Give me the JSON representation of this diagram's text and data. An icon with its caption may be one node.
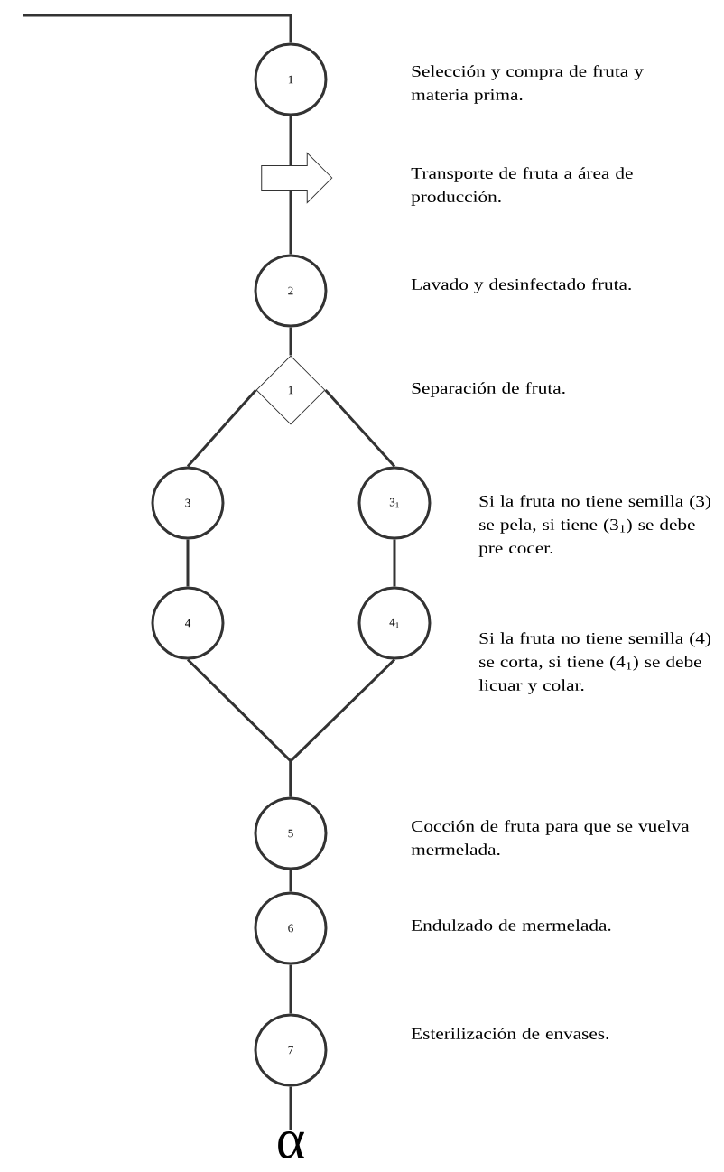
{
  "diagram": {
    "nodes": [
      {
        "text": [
          "1"
        ]
      },
      {
        "text": [],
        "shape": "arrow"
      },
      {
        "text": [
          "2"
        ]
      },
      {
        "text": [
          "1"
        ]
      },
      {
        "text": [
          "3"
        ]
      },
      {
        "text": [
          "3$_{1}$"
        ],
        "beside": [
          "Si la fruta no tiene semilla (3) se pela, si tiene (3$_{1}$) se debe pre cocer."
        ]
      },
      {
        "text": [
          "4"
        ]
      },
      {
        "text": [
          "4$_{1}$"
        ],
        "beside": [
          "Si la fruta no tiene semilla (4) se corta, si tiene (4$_{1}$) se debe licuar y colar."
        ]
      },
      {
        "text": [
          "5"
        ]
      },
      {
        "text": [
          "6"
        ]
      },
      {
        "text": [
          "7"
        ]
      },
      {
        "text": [
          "α"
        ]
      }
    ],
    "edges": [
      {
        "from": null,
        "to": 0,
        "arrow": "none"
      },
      {
        "from": 0,
        "to": 1,
        "arrow": "none"
      },
      {
        "from": 1,
        "to": 2,
        "arrow": "none"
      },
      {
        "from": 2,
        "to": 3,
        "arrow": "none"
      },
      {
        "from": 3,
        "to": 4,
        "arrow": "none"
      },
      {
        "from": 3,
        "to": 5,
        "arrow": "none"
      },
      {
        "from": 4,
        "to": 6,
        "arrow": "none"
      },
      {
        "from": 5,
        "to": 7,
        "arrow": "none"
      },
      {
        "from": 6,
        "to": 8,
        "arrow": "none"
      },
      {
        "from": 7,
        "to": 8,
        "arrow": "none"
      },
      {
        "from": 8,
        "to": 9,
        "arrow": "none"
      },
      {
        "from": 9,
        "to": 10,
        "arrow": "none"
      },
      {
        "from": 10,
        "to": 11,
        "arrow": "none"
      }
    ],
    "labels": [
      "Selección y compra de fruta y materia prima.",
      "Transporte de fruta a área de producción.",
      "Lavado y desinfectado fruta.",
      "Separación de fruta.",
      "Cocción de fruta para que se vuelva mermelada.",
      "Endulzado de mermelada.",
      "Esterilización de envases."
    ]
  }
}
